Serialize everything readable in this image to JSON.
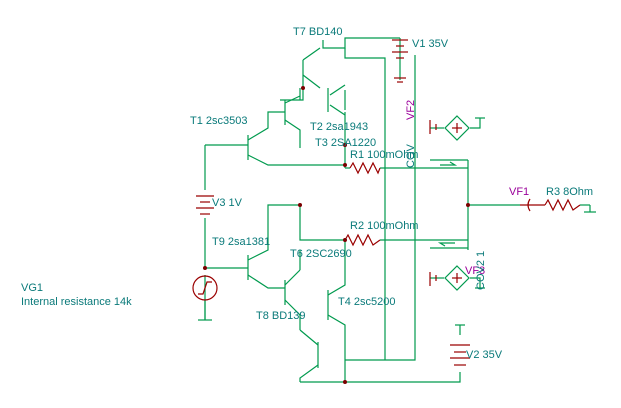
{
  "labels": {
    "t7": "T7 BD140",
    "v1": "V1 35V",
    "t1": "T1 2sc3503",
    "t2": "T2 2sa1943",
    "t3": "T3 2SA1220",
    "r1": "R1 100mOhm",
    "vf2": "VF2",
    "cov": "COV2 1",
    "v3": "V3 1V",
    "vf1": "VF1",
    "r3": "R3 8Ohm",
    "r2": "R2 100mOhm",
    "t9": "T9 2sa1381",
    "t6": "T6 2SC2690",
    "vf3": "VF3",
    "vg1": "VG1",
    "internal": "Internal resistance 14k",
    "t8": "T8 BD139",
    "t4": "T4 2sc5200",
    "v2": "V2 35V"
  },
  "colors": {
    "wire": "#009a4e",
    "component": "#9a0000",
    "label": "#0a7a7a",
    "probe": "#9a009a"
  }
}
